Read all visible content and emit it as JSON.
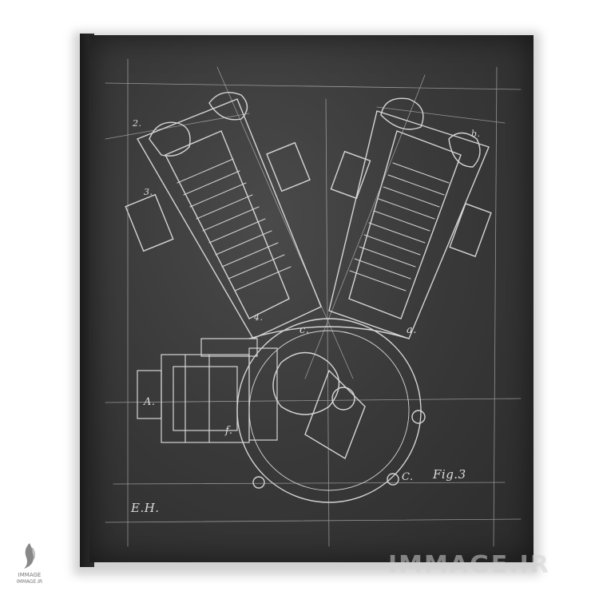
{
  "artwork": {
    "figure_label": "Fig.3",
    "signature": "E.H.",
    "annotation_a": "a.",
    "annotation_b": "b.",
    "annotation_c_top": "c.",
    "annotation_c_bottom": "C.",
    "annotation_A": "A.",
    "annotation_f": "f.",
    "annotation_2": "2.",
    "annotation_3": "3.",
    "annotation_4": "4."
  },
  "watermark": {
    "text": "IMMAGE.IR",
    "logo_line1": "IMMAGE",
    "logo_line2": "IMMAGE.IR"
  },
  "colors": {
    "board": "#3a3a3a",
    "chalk": "#e6e6e6"
  },
  "icons": {
    "logo": "immage-logo-icon"
  }
}
